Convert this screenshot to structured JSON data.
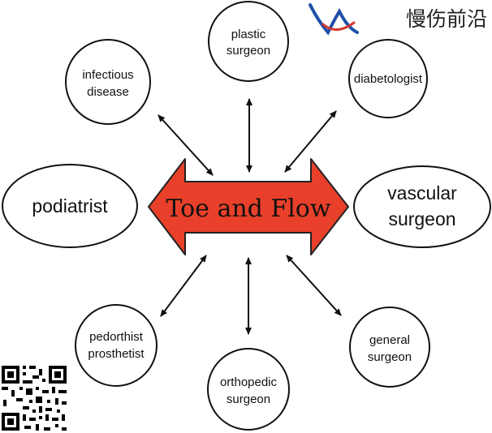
{
  "diagram": {
    "center_label": "Toe and Flow",
    "nodes": {
      "plastic_surgeon": [
        "plastic",
        "surgeon"
      ],
      "infectious_disease": [
        "infectious",
        "disease"
      ],
      "diabetologist": [
        "diabetologist"
      ],
      "podiatrist": [
        "podiatrist"
      ],
      "vascular_surgeon": [
        "vascular",
        "surgeon"
      ],
      "pedorthist_prosthetist": [
        "pedorthist",
        "prosthetist"
      ],
      "orthopedic_surgeon": [
        "orthopedic",
        "surgeon"
      ],
      "general_surgeon": [
        "general",
        "surgeon"
      ]
    }
  },
  "watermark": {
    "text": "慢伤前沿"
  },
  "colors": {
    "arrow_fill": "#e8402a",
    "arrow_stroke": "#222222",
    "logo_blue": "#1f4fa8",
    "logo_red": "#d43a2f"
  }
}
